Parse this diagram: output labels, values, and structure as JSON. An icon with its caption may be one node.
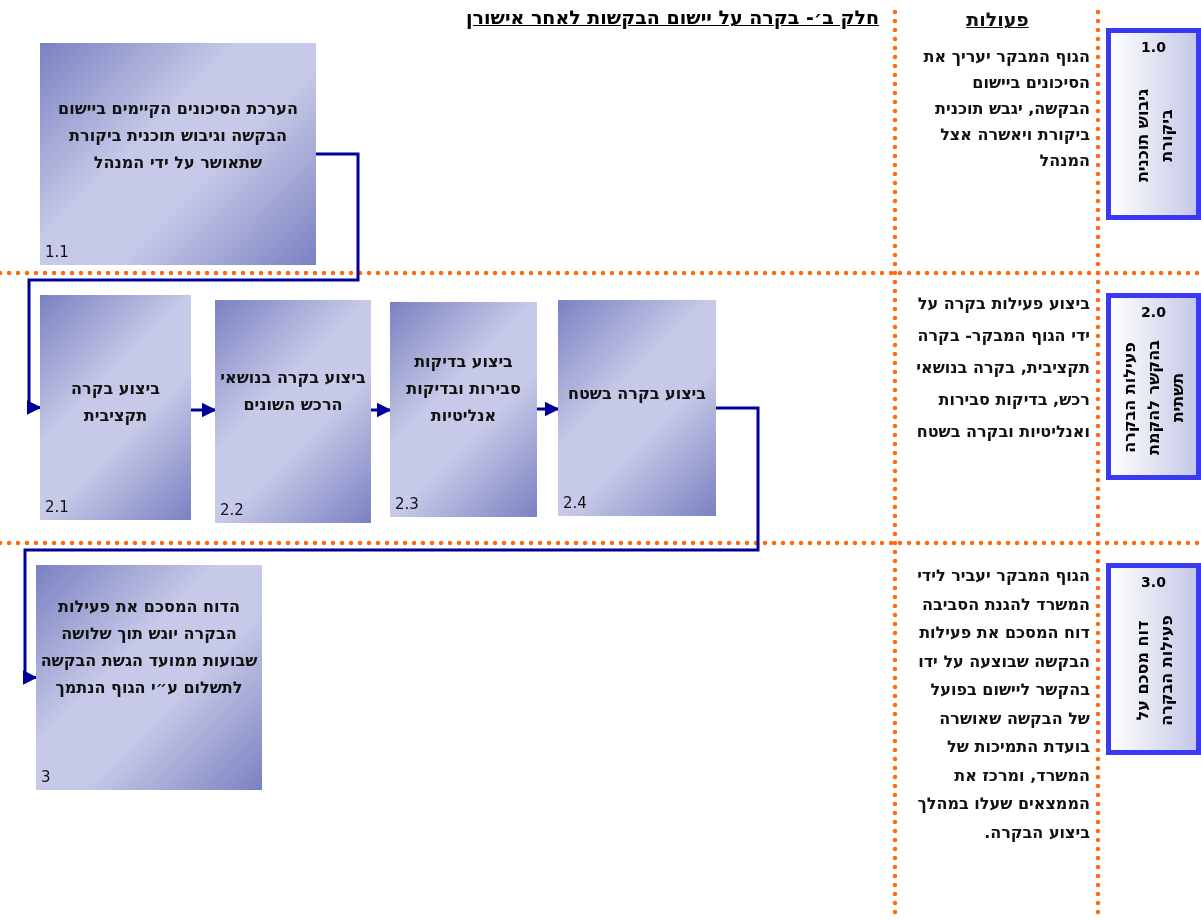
{
  "diagram": {
    "title": "חלק ב׳- בקרה על יישום הבקשות לאחר אישורן",
    "nodes": [
      {
        "text": [
          "1.0",
          "גיבוש תוכנית ביקורת"
        ]
      },
      {
        "text": [
          "הערכת הסיכונים הקיימים ביישום הבקשה וגיבוש תוכנית ביקורת שתאושר על ידי המנהל",
          "1.1"
        ]
      },
      {
        "text": [
          "2.0",
          "פעילות הבקרה בהקשר להקמת תשתית"
        ]
      },
      {
        "text": [
          "ביצוע בקרה תקציבית",
          "2.1"
        ]
      },
      {
        "text": [
          "ביצוע בקרה בנושאי הרכש השונים",
          "2.2"
        ]
      },
      {
        "text": [
          "ביצוע בדיקות סבירות ובדיקות אנליטיות",
          "2.3"
        ]
      },
      {
        "text": [
          "ביצוע בקרה בשטח",
          "2.4"
        ]
      },
      {
        "text": [
          "3.0",
          "דוח מסכם על פעילות הבקרה"
        ]
      },
      {
        "text": [
          "הדוח המסכם את פעילות הבקרה יוגש תוך שלושה שבועות ממועד הגשת הבקשה לתשלום ע״י הגוף הנתמך",
          "3"
        ]
      }
    ],
    "edges": [
      {
        "from": 1,
        "to": 3,
        "arrow": "to",
        "color": "#000099"
      },
      {
        "from": 3,
        "to": 4,
        "arrow": "to",
        "color": "#000099"
      },
      {
        "from": 4,
        "to": 5,
        "arrow": "to",
        "color": "#000099"
      },
      {
        "from": 5,
        "to": 6,
        "arrow": "to",
        "color": "#000099"
      },
      {
        "from": 6,
        "to": 8,
        "arrow": "to",
        "color": "#000099"
      }
    ],
    "labels": [
      "פעולות",
      "הגוף המבקר יעריך את הסיכונים ביישום הבקשה, יגבש תוכנית ביקורת ויאשרה אצל המנהל",
      "ביצוע פעילות בקרה על ידי הגוף המבקר- בקרה תקציבית, בקרה בנושאי רכש, בדיקות סבירות ואנליטיות ובקרה בשטח",
      "הגוף המבקר יעביר לידי המשרד להגנת הסביבה דוח המסכם את פעילות הבקשה שבוצעה על ידו בהקשר ליישום בפועל של הבקשה שאושרה בועדת התמיכות של המשרד, ומרכז את הממצאים שעלו במהלך ביצוע הבקרה."
    ]
  }
}
